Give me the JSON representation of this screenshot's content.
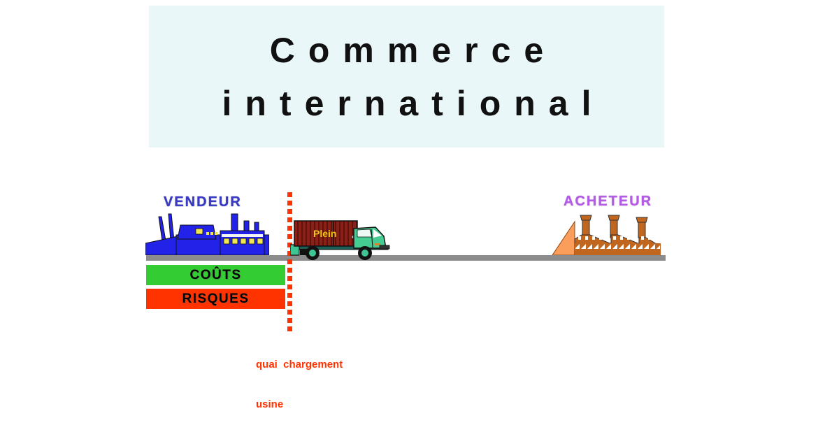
{
  "title": {
    "line1": "Commerce",
    "line2": "international"
  },
  "diagram": {
    "seller_label": "VENDEUR",
    "buyer_label": "ACHETEUR",
    "costs_label": "COÛTS",
    "risks_label": "RISQUES",
    "truck_load_label": "Plein",
    "transfer_point_line1": "quai  chargement",
    "transfer_point_line2": "usine"
  },
  "colors": {
    "banner_bg": "#eaf7f8",
    "seller_text": "#3a3ac8",
    "buyer_text": "#b55ce6",
    "costs_bar": "#33cc33",
    "risks_bar": "#ff3300",
    "dotted_line": "#ff3300",
    "road": "#8c8c8c",
    "seller_factory": "#2222e8",
    "buyer_factory": "#c0661f",
    "buyer_triangle": "#fb9d5b",
    "truck_cab": "#44cc92",
    "truck_container": "#8a2018",
    "truck_text": "#f5c518"
  }
}
